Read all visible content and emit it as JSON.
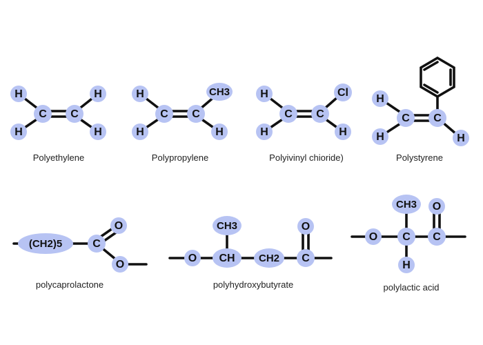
{
  "colors": {
    "atom_fill": "#b7c3f3",
    "bond": "#111111",
    "text": "#222222"
  },
  "monomers": {
    "polyethylene": {
      "name": "Polyethylene",
      "c1": "C",
      "c2": "C",
      "h_top_left": "H",
      "h_bottom_left": "H",
      "h_top_right": "H",
      "h_bottom_right": "H"
    },
    "polypropylene": {
      "name": "Polypropylene",
      "c1": "C",
      "c2": "C",
      "h_top_left": "H",
      "h_bottom_left": "H",
      "ch3": "CH3",
      "h_bottom_right": "H"
    },
    "pvc": {
      "name": "Polyivinyl chioride)",
      "c1": "C",
      "c2": "C",
      "h_top_left": "H",
      "h_bottom_left": "H",
      "cl": "Cl",
      "h_bottom_right": "H"
    },
    "polystyrene": {
      "name": "Polystyrene",
      "c1": "C",
      "c2": "C",
      "h_top_left": "H",
      "h_bottom_left": "H",
      "h_bottom_right": "H",
      "ring": "benzene-ring"
    }
  },
  "polymers": {
    "polycaprolactone": {
      "name": "polycaprolactone",
      "ch2": "(CH2)5",
      "c": "C",
      "o_double": "O",
      "o_chain": "O"
    },
    "polyhydroxybutyrate": {
      "name": "polyhydroxybutyrate",
      "o": "O",
      "ch": "CH",
      "ch3": "CH3",
      "ch2": "CH2",
      "c": "C",
      "o_double": "O"
    },
    "polylactic": {
      "name": "polylactic acid",
      "o": "O",
      "c_center": "C",
      "ch3": "CH3",
      "h": "H",
      "c_carbonyl": "C",
      "o_double": "O"
    }
  }
}
